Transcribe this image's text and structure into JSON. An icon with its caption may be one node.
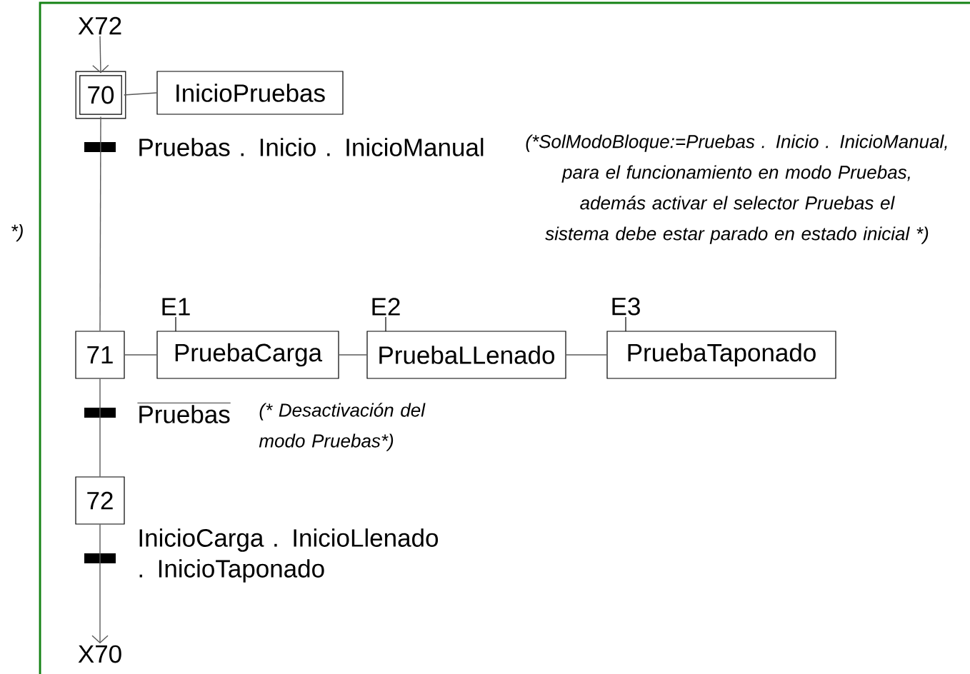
{
  "diagram": {
    "nodes": [
      {
        "text": [
          "X72"
        ]
      },
      {
        "text": [
          "70"
        ]
      },
      {
        "text": [
          "InicioPruebas"
        ]
      },
      {
        "text": [
          "71"
        ]
      },
      {
        "text": [
          "PruebaCarga"
        ],
        "beside": [
          "E1"
        ]
      },
      {
        "text": [
          "PruebaLLenado"
        ],
        "beside": [
          "E2"
        ]
      },
      {
        "text": [
          "PruebaTaponado"
        ],
        "beside": [
          "E3"
        ]
      },
      {
        "text": [
          "72"
        ]
      },
      {
        "text": [
          "X70"
        ]
      }
    ],
    "edges": [
      {
        "from": 0,
        "to": 1,
        "arrow": "to"
      },
      {
        "from": 1,
        "to": 2,
        "arrow": "none"
      },
      {
        "from": 1,
        "to": 3,
        "arrow": "none",
        "label": "Pruebas . Inicio . InicioManual"
      },
      {
        "from": 3,
        "to": 4,
        "arrow": "none"
      },
      {
        "from": 4,
        "to": 5,
        "arrow": "none"
      },
      {
        "from": 5,
        "to": 6,
        "arrow": "none"
      },
      {
        "from": 3,
        "to": 7,
        "arrow": "none",
        "label": "Pruebas"
      },
      {
        "from": 7,
        "to": 8,
        "arrow": "to",
        "label": "InicioCarga . InicioLlenado . InicioTaponado"
      }
    ],
    "labels": [
      "(*SolModoBloque:=Pruebas . Inicio . InicioManual, para el funcionamiento en modo Pruebas, además activar el selector Pruebas el sistema debe estar parado en estado inicial *)",
      "*)",
      "(* Desactivación del modo Pruebas*)"
    ]
  }
}
